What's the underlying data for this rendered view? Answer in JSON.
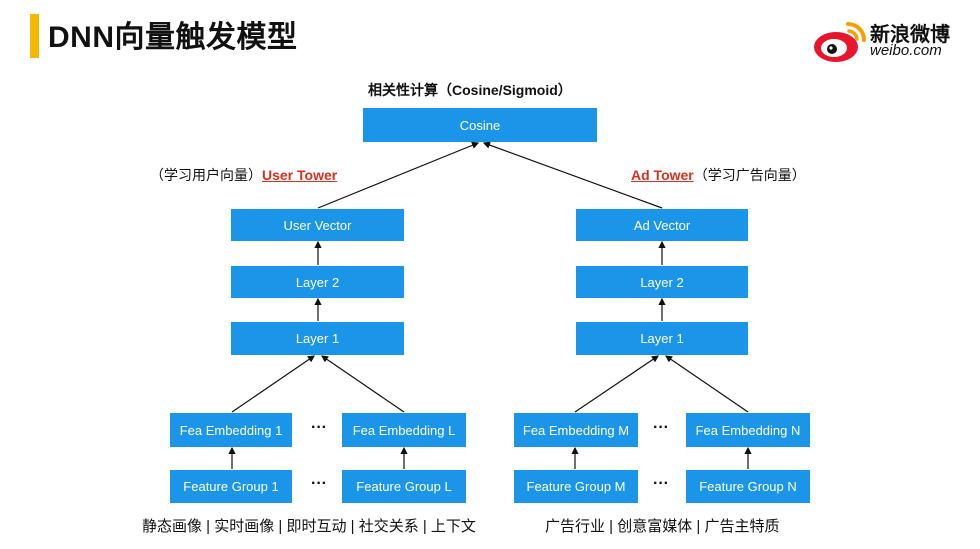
{
  "page_title": "DNN向量触发模型",
  "logo": {
    "cn": "新浪微博",
    "en": "weibo.com",
    "icon": "weibo-eye-icon"
  },
  "similarity": {
    "label": "相关性计算（Cosine/Sigmoid）",
    "box": "Cosine"
  },
  "user_tower": {
    "prefix": "（学习用户向量）",
    "name": "User Tower",
    "vector": "User Vector",
    "layer2": "Layer 2",
    "layer1": "Layer 1",
    "embeddings": [
      "Fea Embedding 1",
      "Fea Embedding L"
    ],
    "groups": [
      "Feature Group 1",
      "Feature Group L"
    ],
    "features": "静态画像 | 实时画像 | 即时互动 | 社交关系 | 上下文"
  },
  "ad_tower": {
    "name": "Ad  Tower",
    "suffix": "（学习广告向量）",
    "vector": "Ad Vector",
    "layer2": "Layer 2",
    "layer1": "Layer 1",
    "embeddings": [
      "Fea Embedding M",
      "Fea Embedding N"
    ],
    "groups": [
      "Feature Group M",
      "Feature Group N"
    ],
    "features": "广告行业 | 创意富媒体 | 广告主特质"
  },
  "ellipsis": "···",
  "colors": {
    "box": "#1a95e8",
    "accent": "#f5b800",
    "tower_label": "#d9301f"
  }
}
